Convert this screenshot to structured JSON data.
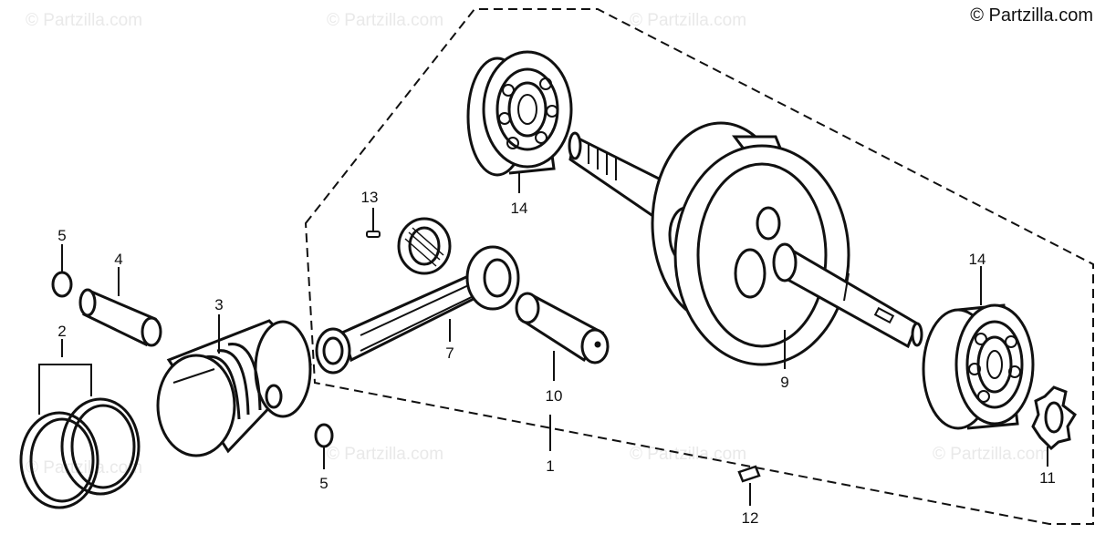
{
  "copyright": "© Partzilla.com",
  "watermark": "© Partzilla.com",
  "callouts": [
    {
      "id": "c1",
      "text": "1"
    },
    {
      "id": "c2",
      "text": "2"
    },
    {
      "id": "c3",
      "text": "3"
    },
    {
      "id": "c4",
      "text": "4"
    },
    {
      "id": "c5a",
      "text": "5"
    },
    {
      "id": "c5b",
      "text": "5"
    },
    {
      "id": "c7",
      "text": "7"
    },
    {
      "id": "c9",
      "text": "9"
    },
    {
      "id": "c10",
      "text": "10"
    },
    {
      "id": "c11",
      "text": "11"
    },
    {
      "id": "c12",
      "text": "12"
    },
    {
      "id": "c13",
      "text": "13"
    },
    {
      "id": "c14a",
      "text": "14"
    },
    {
      "id": "c14b",
      "text": "14"
    }
  ]
}
